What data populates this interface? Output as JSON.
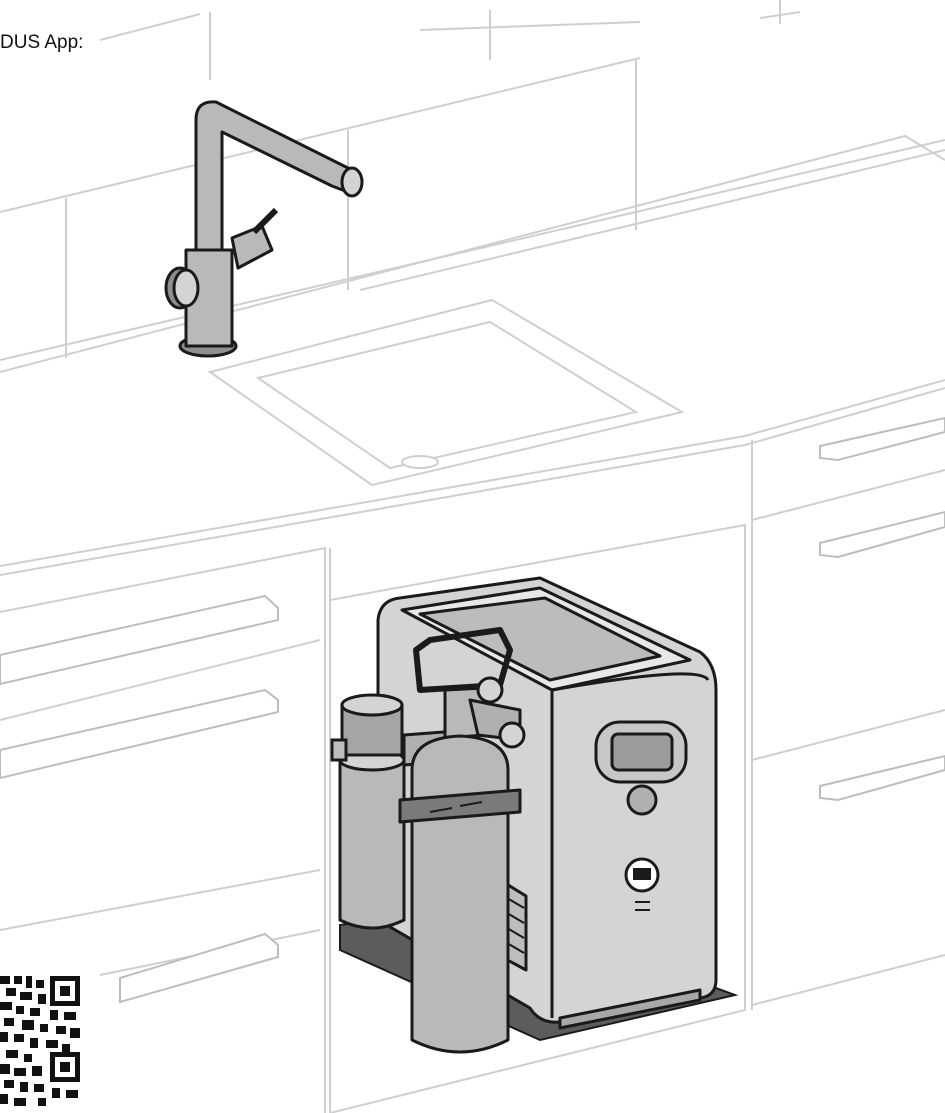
{
  "caption": {
    "text": "DUS App:"
  },
  "colors": {
    "line": "#cfcfcf",
    "outline": "#1a1a1a",
    "metal": "#b9b9b9",
    "metal_dark": "#8e8e8e",
    "body": "#d4d4d4",
    "mat": "#5c5c5c"
  },
  "icons": {
    "qr": "qr-code",
    "faucet": "kitchen-faucet",
    "appliance": "water-carbonator-unit",
    "cylinder": "co2-cylinder",
    "filter": "water-filter"
  }
}
